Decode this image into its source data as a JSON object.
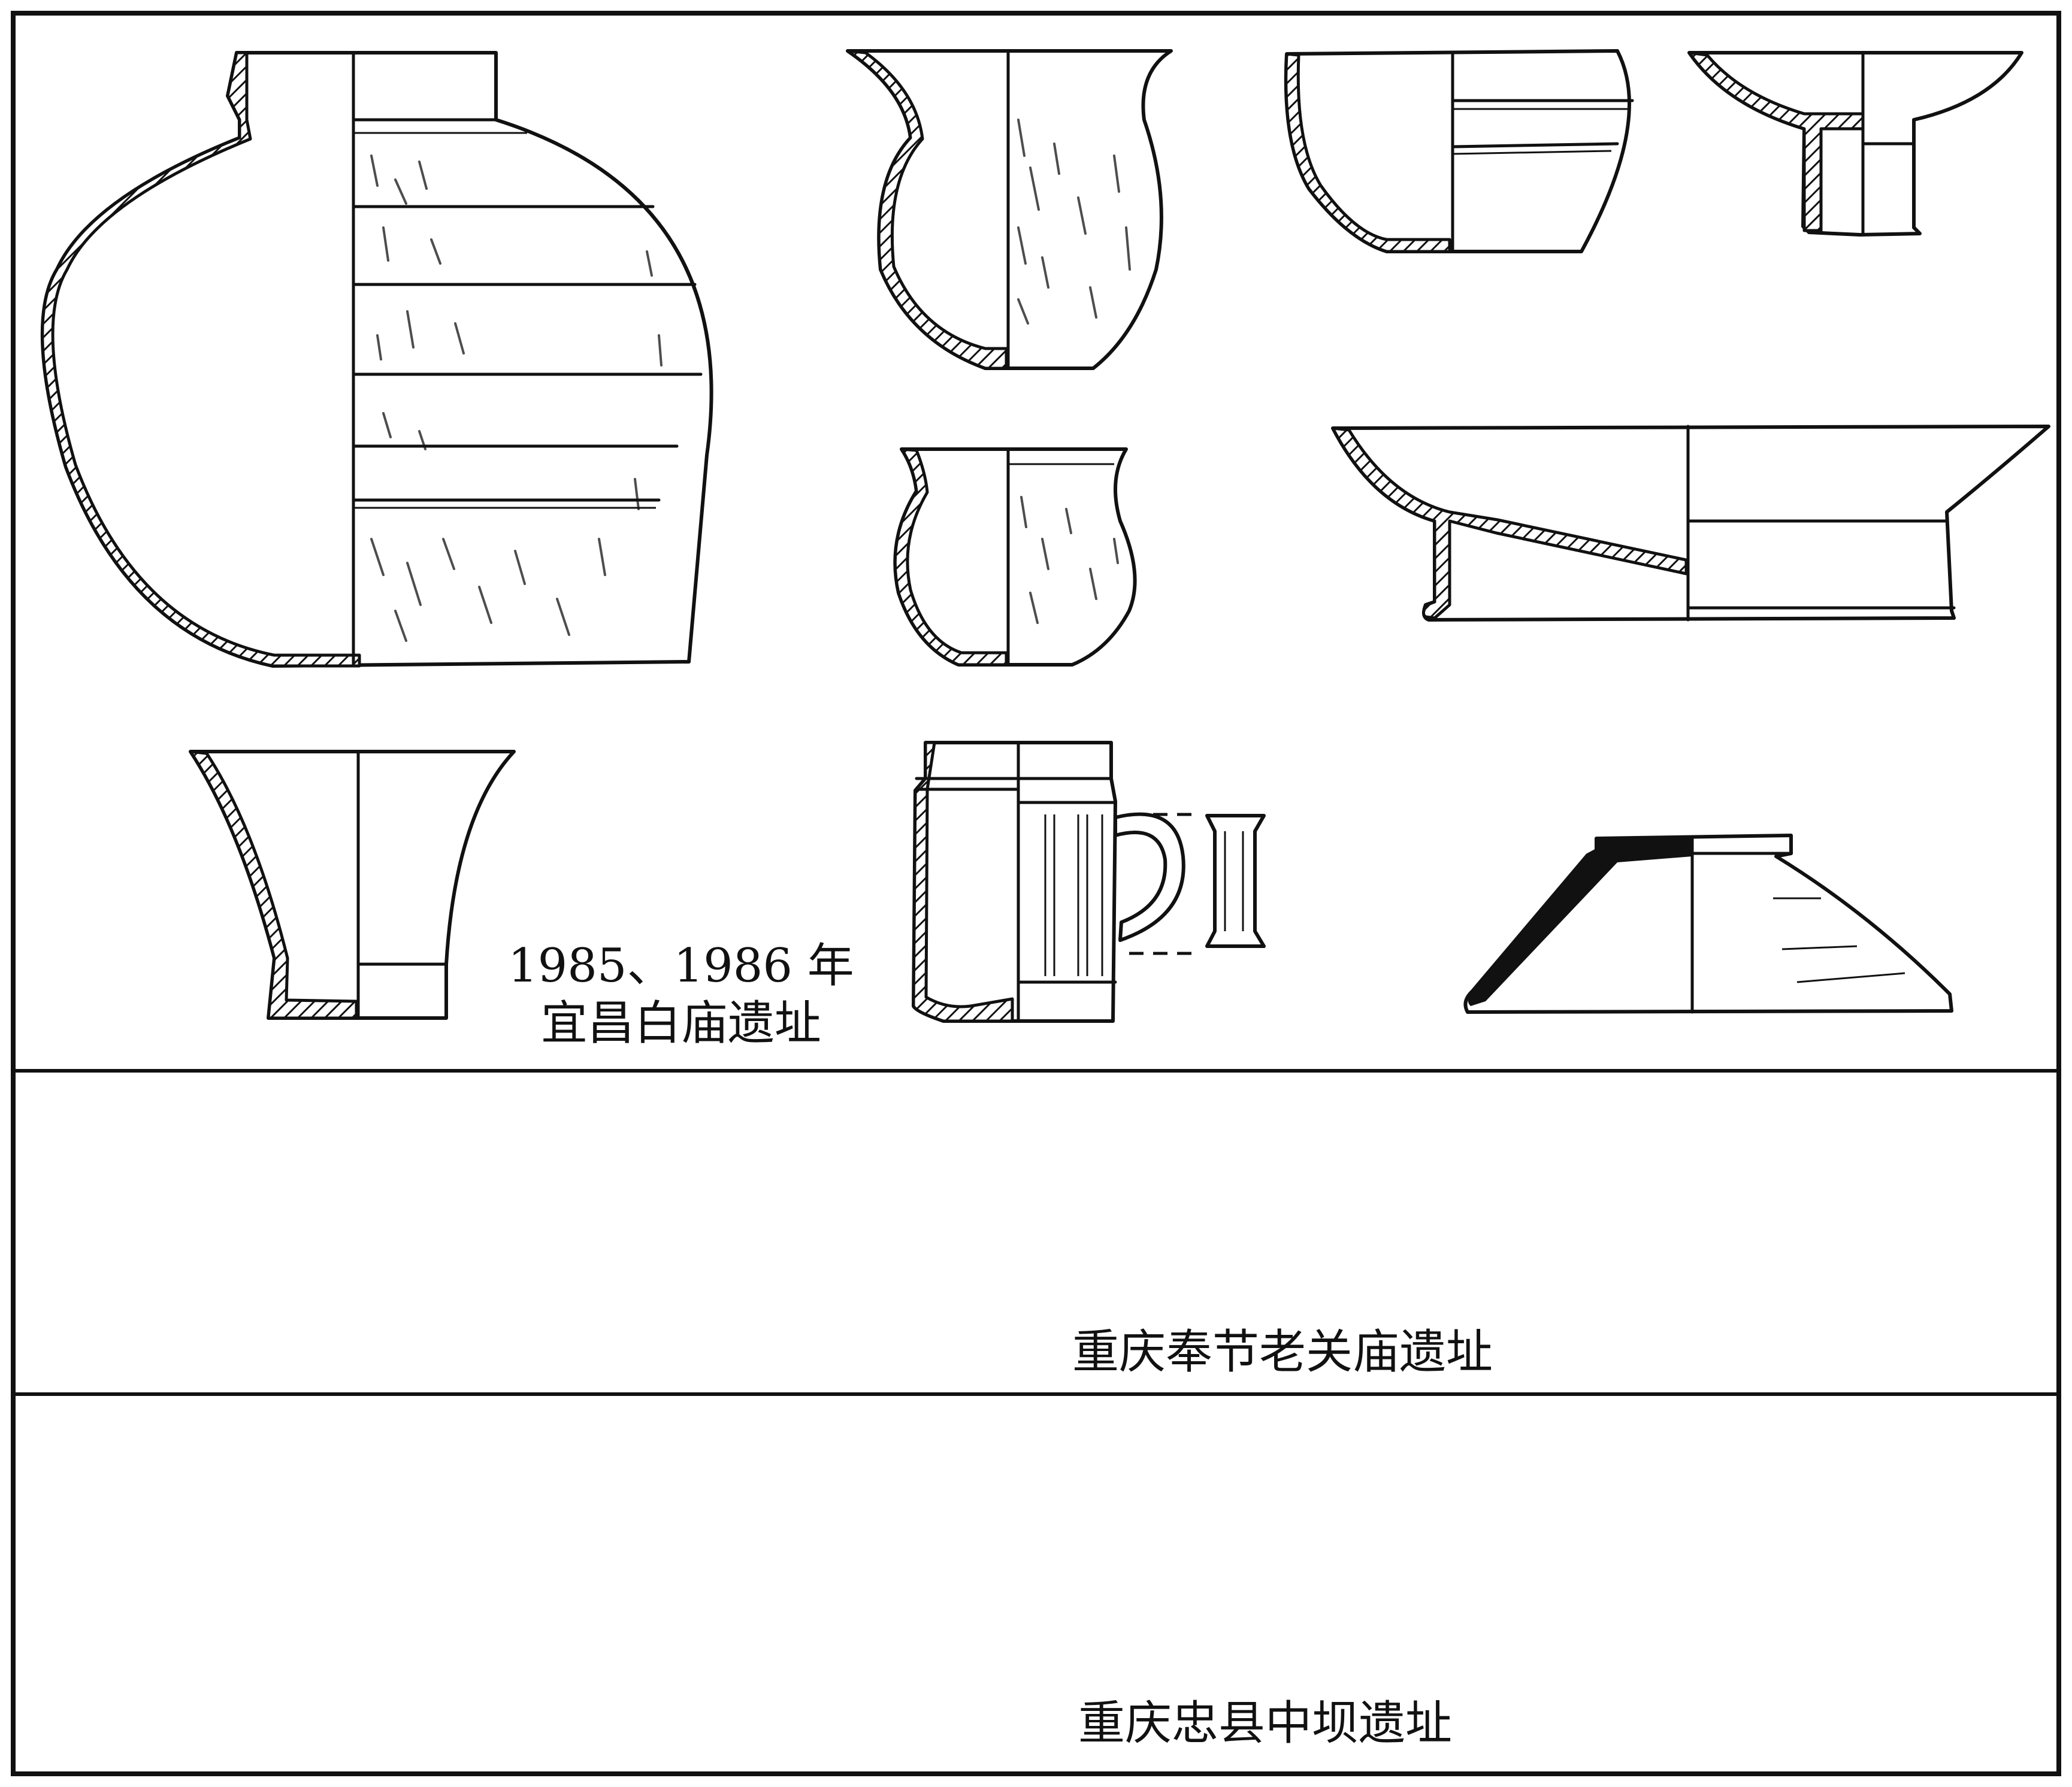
{
  "panels": [
    {
      "caption_lines": [
        "1985、1986 年",
        "宜昌白庙遗址"
      ]
    },
    {
      "caption_lines": [
        "重庆奉节老关庙遗址"
      ]
    },
    {
      "caption_lines": [
        "重庆忠县中坝遗址"
      ]
    }
  ],
  "colors": {
    "ink": "#111111",
    "paper": "#ffffff"
  }
}
